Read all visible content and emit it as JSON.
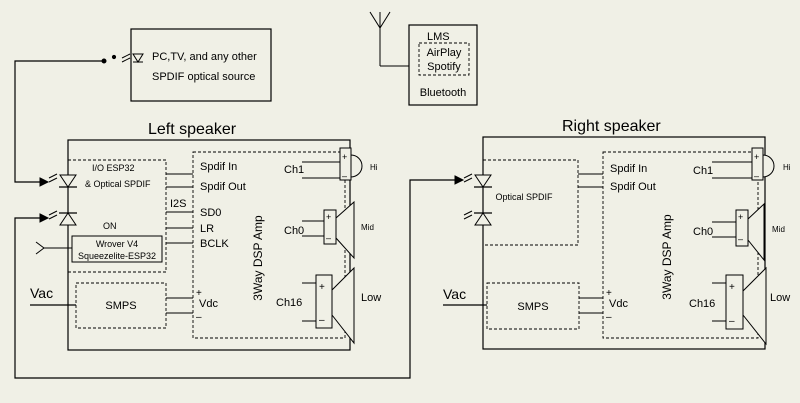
{
  "source": {
    "line1": "PC,TV, and any other",
    "line2": "SPDIF optical source"
  },
  "streaming": {
    "lms": "LMS",
    "airplay": "AirPlay",
    "spotify": "Spotify",
    "bluetooth": "Bluetooth"
  },
  "left": {
    "title": "Left speaker",
    "io_line1": "I/O  ESP32",
    "io_line2": "& Optical SPDIF",
    "on": "ON",
    "wrover_line1": "Wrover V4",
    "wrover_line2": "Squeezelite-ESP32",
    "i2s": "I2S",
    "sd0": "SD0",
    "lr": "LR",
    "bclk": "BCLK",
    "smps": "SMPS",
    "vac": "Vac"
  },
  "right": {
    "title": "Right speaker",
    "optical": "Optical SPDIF",
    "smps": "SMPS",
    "vac": "Vac"
  },
  "amp": {
    "label": "3Way DSP Amp",
    "spdif_in": "Spdif In",
    "spdif_out": "Spdif Out",
    "vdc": "Vdc",
    "plus": "+",
    "minus": "–",
    "ch1": "Ch1",
    "ch0": "Ch0",
    "ch16": "Ch16"
  },
  "drivers": {
    "hi": "Hi",
    "mid": "Mid",
    "low": "Low"
  }
}
